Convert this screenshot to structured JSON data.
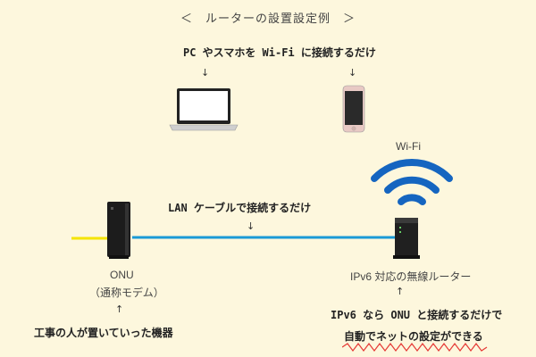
{
  "title": "＜　ルーターの設置設定例　＞",
  "top_note": "PC やスマホを Wi-Fi に接続するだけ",
  "wifi_label": "Wi-Fi",
  "lan_note": "LAN ケーブルで接続するだけ",
  "onu": {
    "label": "ONU",
    "sublabel": "（通称モデム）",
    "note": "工事の人が置いていった機器"
  },
  "router": {
    "label": "IPv6 対応の無線ルーター",
    "note_line1": "IPv6 なら ONU と接続するだけで",
    "note_line2": "自動でネットの設定ができる"
  },
  "arrow_glyph": "↓",
  "arrow_up_glyph": "↑",
  "colors": {
    "background": "#fdf7dd",
    "fiber_line": "#f5e400",
    "lan_cable": "#1a9ad6",
    "wifi": "#1565c0",
    "underline": "#e53935"
  }
}
